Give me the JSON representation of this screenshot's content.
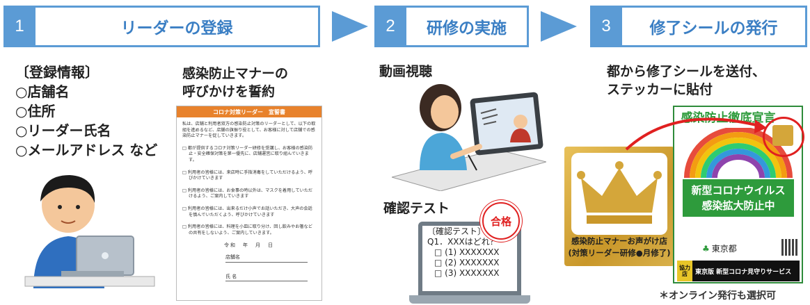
{
  "steps": [
    {
      "number": "1",
      "title": "リーダーの登録"
    },
    {
      "number": "2",
      "title": "研修の実施"
    },
    {
      "number": "3",
      "title": "修了シールの発行"
    }
  ],
  "registration": {
    "heading": "〔登録情報〕",
    "items": [
      "○店舗名",
      "○住所",
      "○リーダー氏名",
      "○メールアドレス など"
    ]
  },
  "pledge": {
    "heading_line1": "感染防止マナーの",
    "heading_line2": "呼びかけを誓約",
    "doc_title": "コロナ対策リーダー　宣誓書",
    "intro": "私は、店舗と利用者双方の感染防止対策のリーダーとして、以下の取組を進めるなど、店舗の旗振り役として、お客様に対して店舗での感染防止マナーを促していきます。",
    "items": [
      "□ 都が提供するコロナ対策リーダー研修を受講し、お客様の感染防止・安全確保対策を第一優先に、店舗運営に取り組んでいきます。",
      "□ 利用者の皆様には、来店時に手指消毒をしていただけるよう、呼びかけていきます",
      "□ 利用者の皆様には、お食事の時以外は、マスクを着用していただけるよう、ご案内していきます",
      "□ 利用者の皆様には、出来るだけ小声でお話いただき、大声の会話を慎んでいただくよう、呼びかけていきます",
      "□ 利用者の皆様には、料理を小皿に取り分け、回し飲みやお箸などの共有をしないよう、ご案内していきます。"
    ],
    "date": "令和　年　月　日",
    "store_label": "店舗名",
    "name_label": "氏 名"
  },
  "training": {
    "video_label": "動画視聴",
    "test_label": "確認テスト",
    "quiz": {
      "title": "〔確認テスト〕",
      "question": "Q1．XXXはどれ？",
      "options": [
        "□ (1) XXXXXXX",
        "□ (2) XXXXXXX",
        "□ (3) XXXXXXX"
      ],
      "stamp": "合格"
    }
  },
  "issuance": {
    "heading_line1": "都から修了シールを送付、",
    "heading_line2": "ステッカーに貼付",
    "seal_caption_line1": "感染防止マナーお声がけ店",
    "seal_caption_line2": "(対策リーダー研修●月修了)",
    "sticker_title": "感染防止徹底宣言",
    "sticker_green_line1": "新型コロナウイルス",
    "sticker_green_line2": "感染拡大防止中",
    "sticker_city": "東京都",
    "sticker_badge": "協力店",
    "sticker_service": "東京版 新型コロナ見守りサービス",
    "note": "＊オンライン発行も選択可"
  },
  "colors": {
    "step_blue": "#5b9bd5",
    "pledge_orange": "#e8822c",
    "sticker_green": "#2e9b3c",
    "highlight_red": "#e02020",
    "seal_gold": "#d4a63a"
  }
}
